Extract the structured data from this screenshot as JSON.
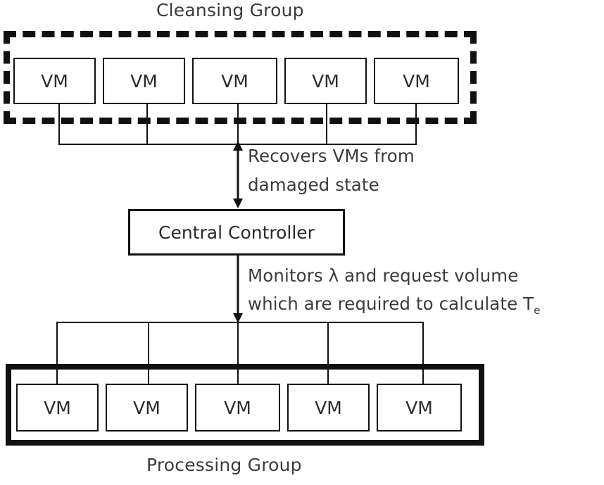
{
  "diagram": {
    "title_top": "Cleansing Group",
    "title_bottom": "Processing Group",
    "controller_label": "Central Controller",
    "vm_label": "VM",
    "cleansing_vms": [
      {
        "label": "VM"
      },
      {
        "label": "VM"
      },
      {
        "label": "VM"
      },
      {
        "label": "VM"
      },
      {
        "label": "VM"
      }
    ],
    "processing_vms": [
      {
        "label": "VM"
      },
      {
        "label": "VM"
      },
      {
        "label": "VM"
      },
      {
        "label": "VM"
      },
      {
        "label": "VM"
      }
    ],
    "annotation_up": {
      "line1": "Recovers VMs from",
      "line2": "damaged state"
    },
    "annotation_down": {
      "line1": "Monitors λ and request volume",
      "line2_pre": "which are required to calculate T",
      "line2_sub": "e"
    },
    "colors": {
      "stroke": "#111111",
      "text": "#3b3b3b",
      "background": "#ffffff"
    }
  }
}
